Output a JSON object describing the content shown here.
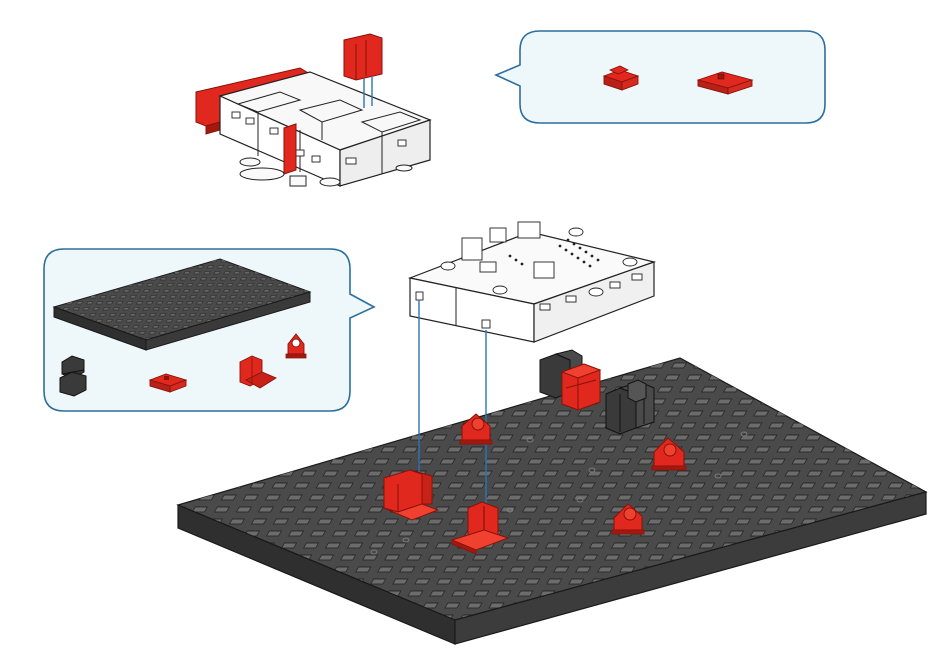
{
  "colors": {
    "accent_red": "#e0281e",
    "red_dark": "#a51810",
    "plate_top": "#4a4a4a",
    "plate_front": "#2f2f2f",
    "plate_side": "#3c3c3c",
    "hole": "#6e6e6e",
    "callout_fill": "#eef8fb",
    "callout_border": "#2c6e9e",
    "guide_line": "#2f73b4",
    "frame_line": "#222222",
    "block_black": "#3a3a3a"
  },
  "callouts": [
    {
      "id": "top-callout",
      "parts": [
        "red-double-connector",
        "red-flat-clip"
      ]
    },
    {
      "id": "left-callout",
      "parts": [
        "base-plate",
        "black-building-blocks",
        "red-flat-clip",
        "red-angle-bracket",
        "red-round-mount"
      ]
    }
  ],
  "icons": [
    "red-angle-bracket-icon",
    "red-slot-holder-icon",
    "red-round-mount-icon",
    "red-double-block-icon",
    "black-block-stack-icon"
  ]
}
